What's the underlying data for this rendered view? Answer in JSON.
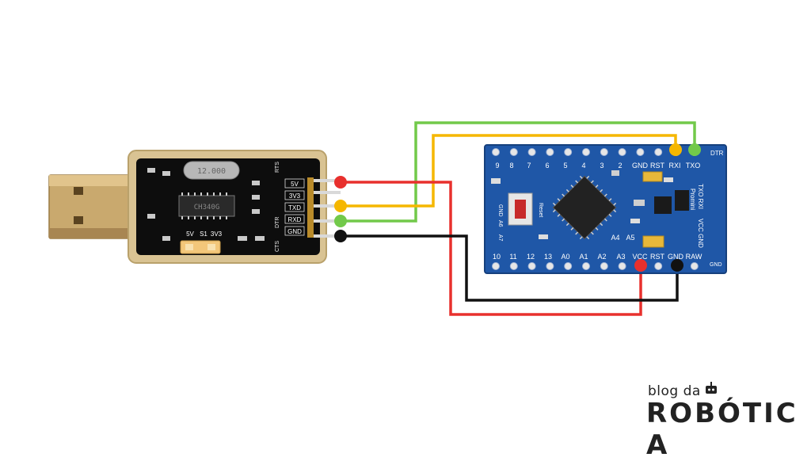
{
  "usb_adapter": {
    "chip": "CH340G",
    "crystal": "12.000",
    "pins": [
      "5V",
      "3V3",
      "TXD",
      "RXD",
      "GND"
    ],
    "jumper": {
      "left": "5V",
      "mid": "S1",
      "right": "3V3"
    },
    "side_labels": [
      "RTS",
      "DTR",
      "CTS"
    ]
  },
  "arduino": {
    "top_pins": [
      "9",
      "8",
      "7",
      "6",
      "5",
      "4",
      "3",
      "2",
      "GND",
      "RST",
      "RXI",
      "TXO"
    ],
    "dtr": "DTR",
    "bottom_pins": [
      "10",
      "11",
      "12",
      "13",
      "A0",
      "A1",
      "A2",
      "A3",
      "VCC",
      "RST",
      "GND",
      "RAW"
    ],
    "mid_pins": [
      "A4",
      "A5"
    ],
    "right_labels": [
      "TXO RXI",
      "VCC GND"
    ],
    "left_labels": [
      "GND",
      "A6",
      "A7"
    ],
    "board_text": "Promini",
    "reset_label": "Reset",
    "gnd_corner": "GND"
  },
  "wires": {
    "colors": {
      "red": "#e8302d",
      "yellow": "#f5b700",
      "green": "#72c94a",
      "black": "#111111"
    }
  },
  "logo": {
    "small": "blog da",
    "big": "ROBÓTIC A"
  }
}
